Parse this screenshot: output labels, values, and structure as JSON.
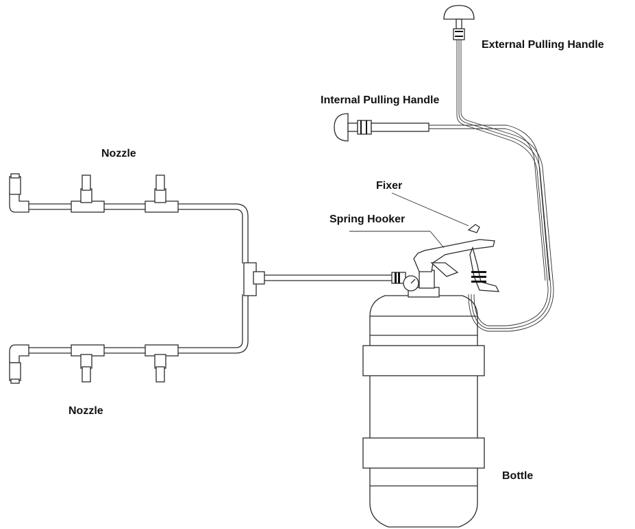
{
  "labels": {
    "external_handle": "External Pulling Handle",
    "internal_handle": "Internal Pulling Handle",
    "nozzle_top": "Nozzle",
    "nozzle_bottom": "Nozzle",
    "fixer": "Fixer",
    "spring_hooker": "Spring Hooker",
    "bottle": "Bottle"
  },
  "colors": {
    "line": "#2a2a2a",
    "text": "#111111",
    "background": "#ffffff"
  }
}
